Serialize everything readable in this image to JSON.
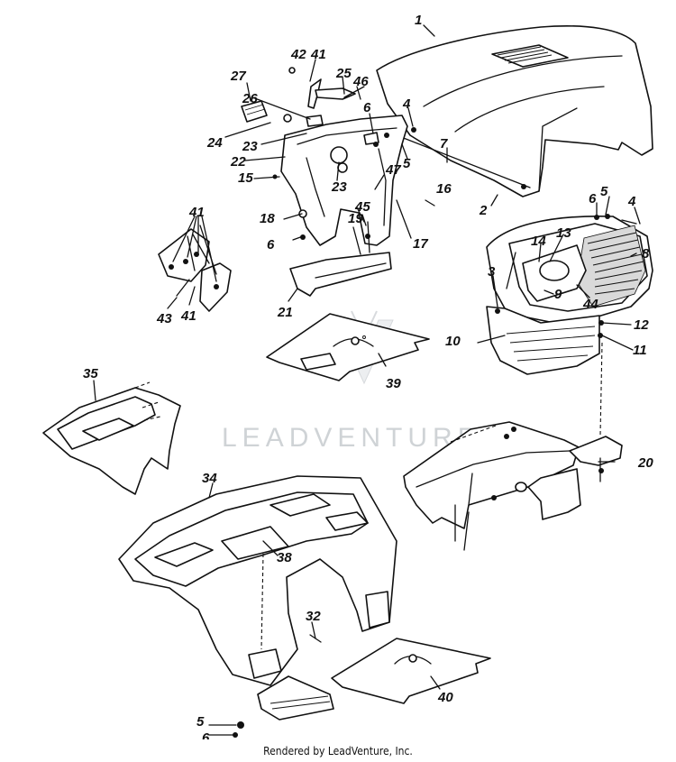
{
  "watermark": {
    "text": "LEADVENTURE"
  },
  "footer": {
    "text": "Rendered by LeadVenture, Inc."
  },
  "labels": {
    "l1": "1",
    "l2": "2",
    "l3": "3",
    "l4a": "4",
    "l4b": "4",
    "l5a": "5",
    "l5b": "5",
    "l5c": "5",
    "l6a": "6",
    "l6b": "6",
    "l6c": "6",
    "l6d": "6",
    "l7": "7",
    "l8": "8",
    "l9": "9",
    "l10": "10",
    "l11": "11",
    "l12": "12",
    "l13": "13",
    "l14": "14",
    "l15": "15",
    "l16": "16",
    "l17": "17",
    "l18": "18",
    "l19": "19",
    "l20": "20",
    "l21": "21",
    "l22": "22",
    "l23a": "23",
    "l23b": "23",
    "l24": "24",
    "l25": "25",
    "l26": "26",
    "l27": "27",
    "l32": "32",
    "l34": "34",
    "l35": "35",
    "l38": "38",
    "l39": "39",
    "l40": "40",
    "l41a": "41",
    "l41b": "41",
    "l41c": "41",
    "l42": "42",
    "l43": "43",
    "l44": "44",
    "l45": "45",
    "l46": "46",
    "l47": "47"
  }
}
